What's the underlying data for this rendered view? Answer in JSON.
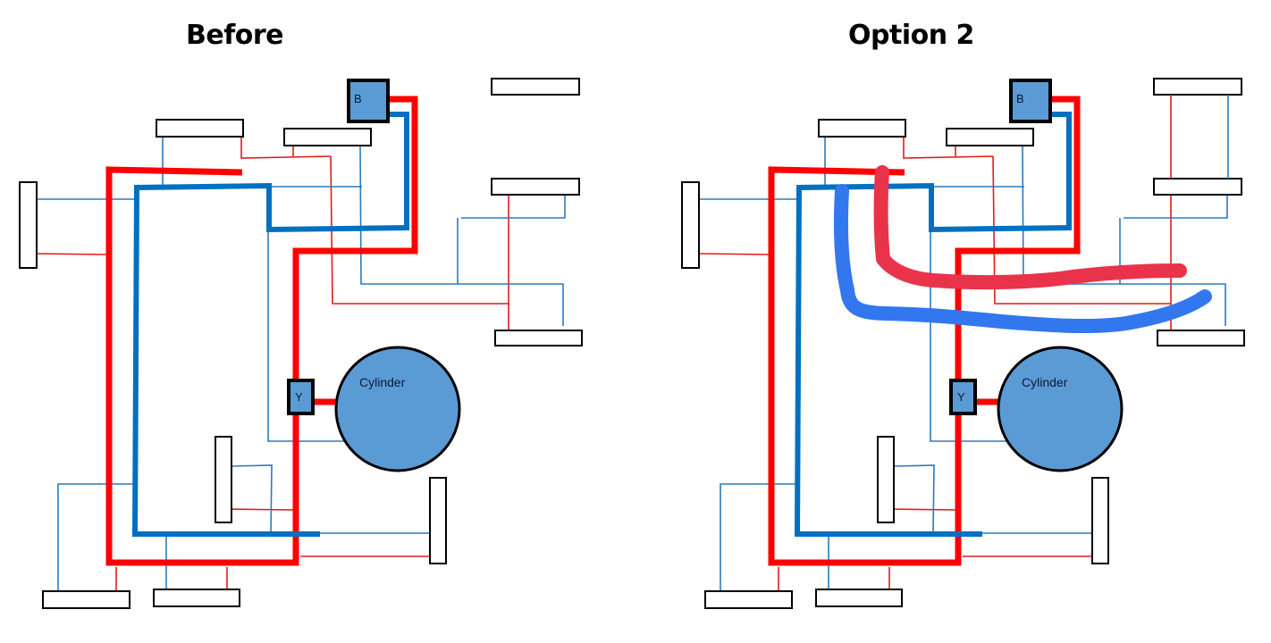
{
  "panels": [
    {
      "title": "Before",
      "components": {
        "tank_b": "B",
        "valve_y": "Y",
        "cylinder": "Cylinder"
      },
      "has_proposed_route": false
    },
    {
      "title": "Option 2",
      "components": {
        "tank_b": "B",
        "valve_y": "Y",
        "cylinder": "Cylinder"
      },
      "has_proposed_route": true,
      "proposed_routes": [
        {
          "name": "hot-proposed",
          "color": "#e8334a"
        },
        {
          "name": "cold-proposed",
          "color": "#3377ee"
        }
      ]
    }
  ],
  "colors": {
    "hot": "#ff0000",
    "cold": "#0070c0",
    "component_fill": "#5b9bd5",
    "outline": "#000000"
  }
}
